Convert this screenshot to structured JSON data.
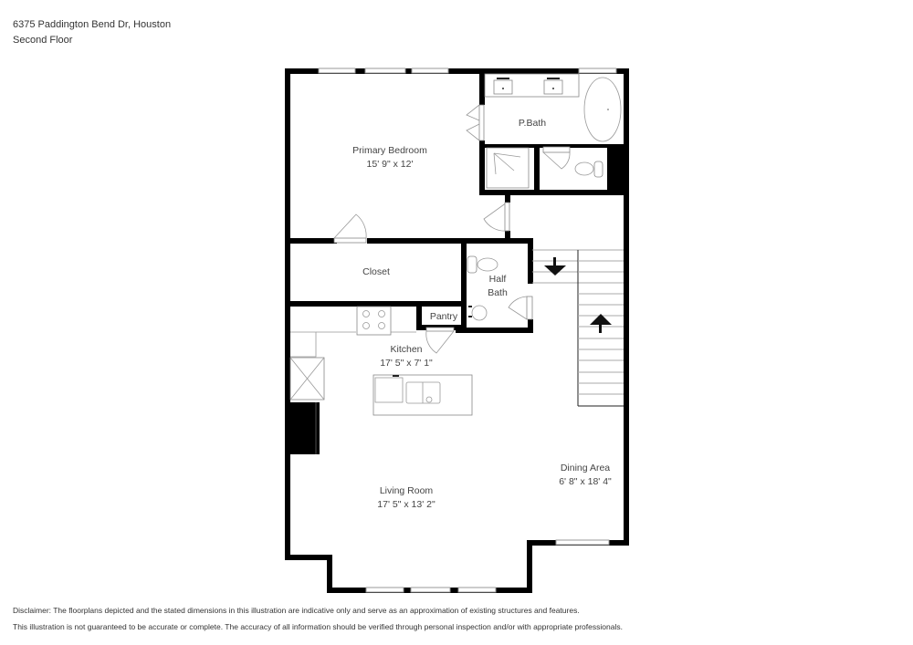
{
  "header": {
    "address": "6375 Paddington Bend Dr, Houston",
    "floor": "Second Floor"
  },
  "rooms": [
    {
      "name": "Primary Bedroom",
      "dimensions": "15' 9\" x 12'"
    },
    {
      "name": "P.Bath",
      "dimensions": ""
    },
    {
      "name": "Closet",
      "dimensions": ""
    },
    {
      "name": "Half Bath",
      "line1": "Half",
      "line2": "Bath"
    },
    {
      "name": "Pantry",
      "dimensions": ""
    },
    {
      "name": "Kitchen",
      "dimensions": "17' 5\" x 7' 1\""
    },
    {
      "name": "Living Room",
      "dimensions": "17' 5\" x 13' 2\""
    },
    {
      "name": "Dining Area",
      "dimensions": "6' 8\" x 18' 4\""
    }
  ],
  "icons": {
    "stairs_down": "arrow-down",
    "stairs_up": "arrow-up"
  },
  "disclaimer": {
    "line1": "Disclaimer: The floorplans depicted and the stated dimensions in this illustration are indicative only and serve as an approximation of existing structures and features.",
    "line2": "This illustration is not guaranteed to be accurate or complete. The accuracy of all information should be verified through personal inspection and/or with appropriate professionals."
  }
}
